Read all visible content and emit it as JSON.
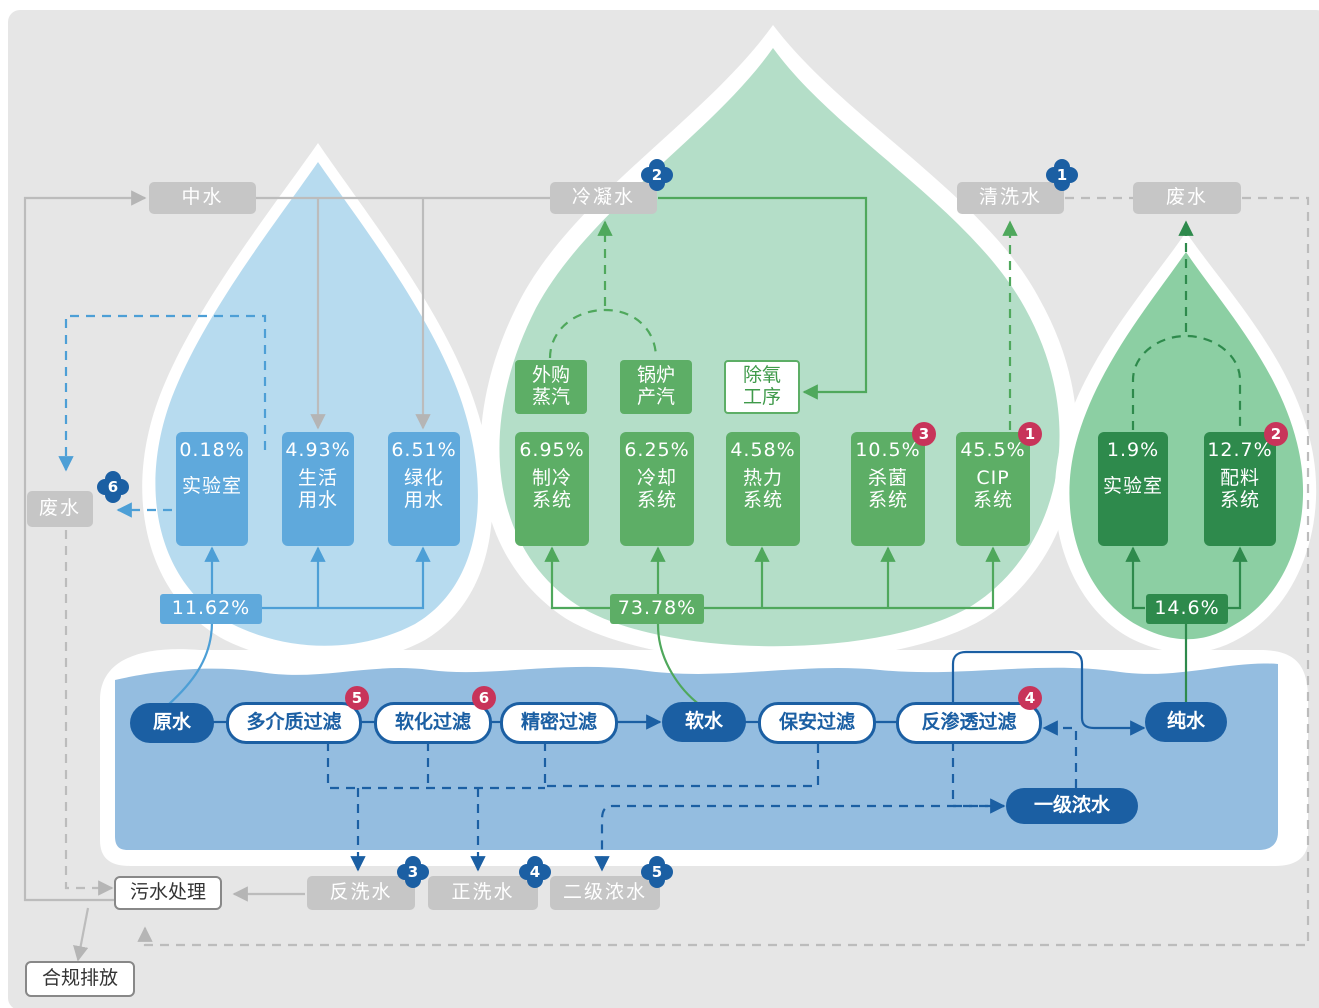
{
  "colors": {
    "background_panel": "#e6e6e6",
    "light_blue_drop": "#b7dbef",
    "unit_blue": "#5fa9dc",
    "light_green_drop": "#b4dec8",
    "unit_green": "#5dae66",
    "dark_green_drop": "#8ccfa3",
    "unit_dark_green": "#2e8a4c",
    "water_band": "#94bde0",
    "pill_blue": "#1b5fa3",
    "badge_red": "#c8345a",
    "gray_node": "#c6c6c6"
  },
  "outputs": {
    "zhongshui": "中水",
    "lengningshui": "冷凝水",
    "qingxishui": "清洗水",
    "feishui_top": "废水",
    "feishui_left": "废水"
  },
  "blue_drop": {
    "total": "11.62%",
    "units": [
      {
        "pct": "0.18%",
        "label": "实验室"
      },
      {
        "pct": "4.93%",
        "label": "生活\n用水"
      },
      {
        "pct": "6.51%",
        "label": "绿化\n用水"
      }
    ]
  },
  "green_drop": {
    "total": "73.78%",
    "sources": [
      {
        "label": "外购\n蒸汽"
      },
      {
        "label": "锅炉\n产汽"
      },
      {
        "label": "除氧\n工序"
      }
    ],
    "units": [
      {
        "pct": "6.95%",
        "label": "制冷\n系统"
      },
      {
        "pct": "6.25%",
        "label": "冷却\n系统"
      },
      {
        "pct": "4.58%",
        "label": "热力\n系统"
      },
      {
        "pct": "10.5%",
        "label": "杀菌\n系统",
        "badge": "3"
      },
      {
        "pct": "45.5%",
        "label": "CIP\n系统",
        "badge": "1"
      }
    ]
  },
  "dark_green_drop": {
    "total": "14.6%",
    "units": [
      {
        "pct": "1.9%",
        "label": "实验室"
      },
      {
        "pct": "12.7%",
        "label": "配料\n系统",
        "badge": "2"
      }
    ]
  },
  "process": {
    "raw_water": "原水",
    "multi_media": "多介质过滤",
    "softening": "软化过滤",
    "precision": "精密过滤",
    "soft_water": "软水",
    "security": "保安过滤",
    "ro": "反渗透过滤",
    "pure_water": "纯水",
    "primary_concentrate": "一级浓水",
    "badges": {
      "multi_media": "5",
      "softening": "6",
      "ro": "4"
    }
  },
  "bottom": {
    "sewage": "污水处理",
    "discharge": "合规排放",
    "backwash": "反洗水",
    "forward_wash": "正洗水",
    "secondary_concentrate": "二级浓水"
  },
  "blue_badges": {
    "lengningshui": "2",
    "qingxishui": "1",
    "feishui_left": "6",
    "backwash": "3",
    "forward_wash": "4",
    "secondary_concentrate": "5"
  }
}
